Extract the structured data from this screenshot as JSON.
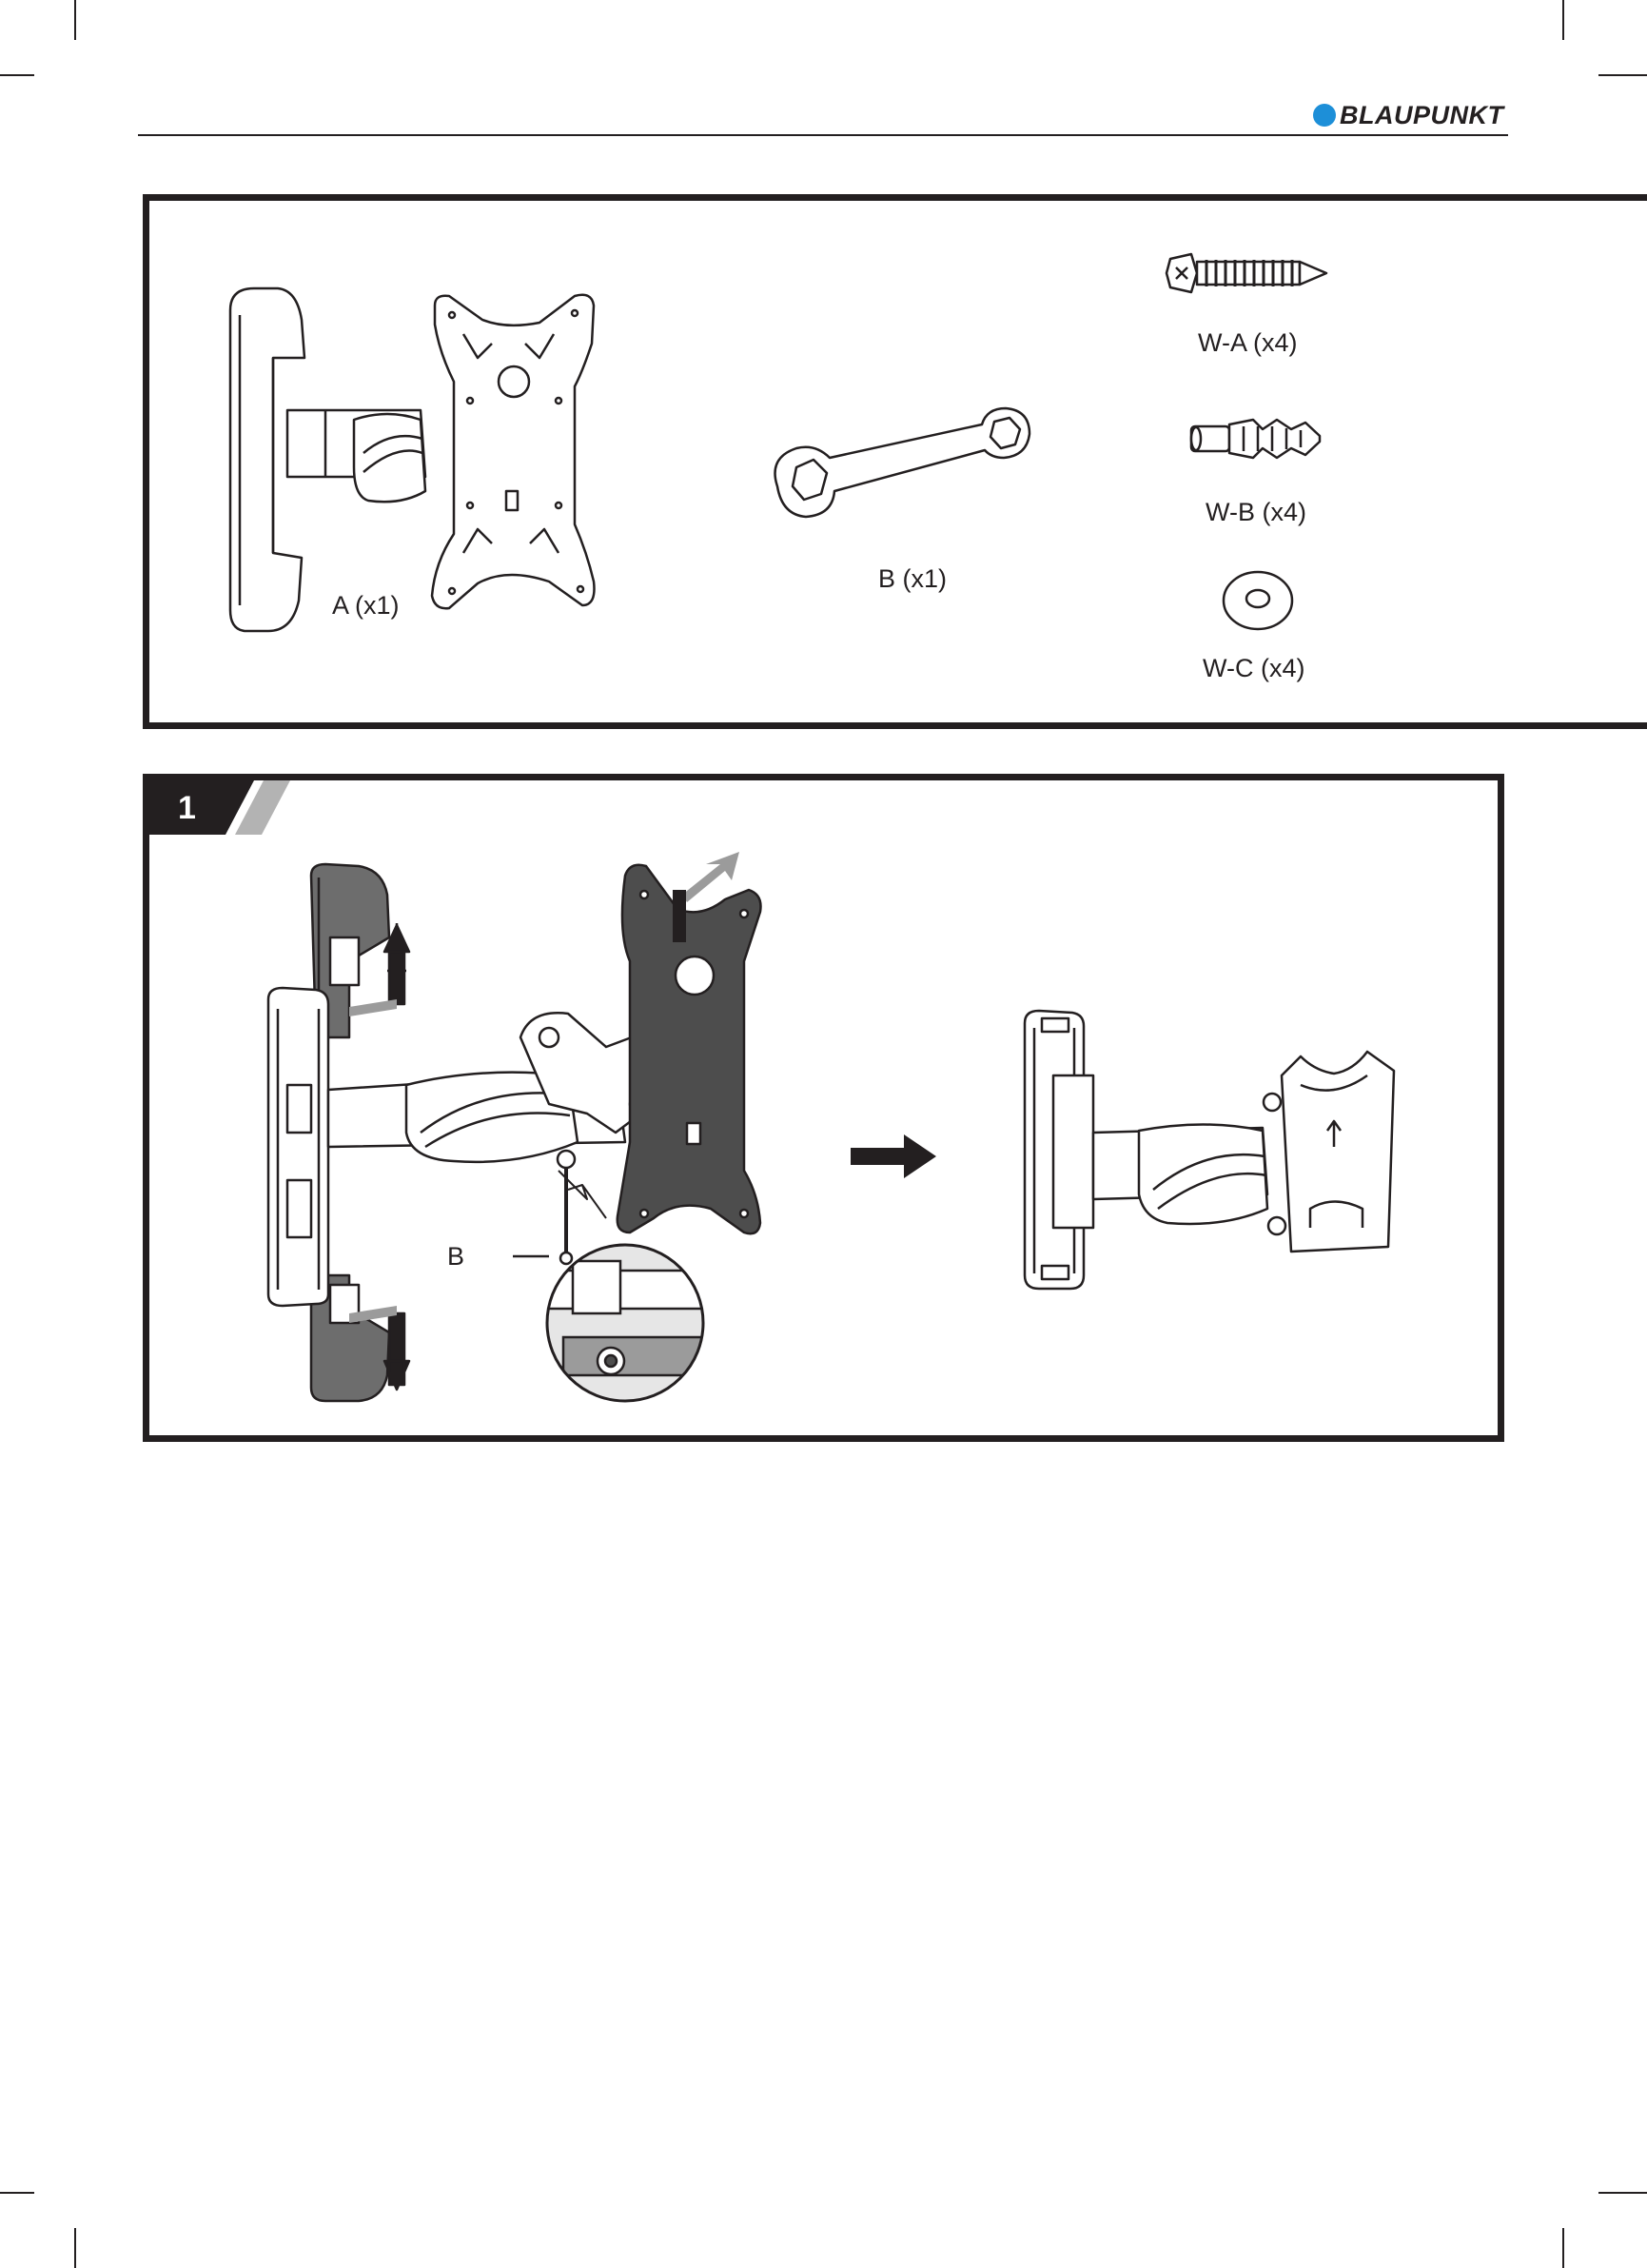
{
  "header": {
    "brand": "BLAUPUNKT",
    "brand_color": "#1d8fd8"
  },
  "parts": {
    "items": [
      {
        "id": "A",
        "label": "A (x1)",
        "icon": "wall-mount-bracket-icon"
      },
      {
        "id": "B",
        "label": "B (x1)",
        "icon": "hex-wrench-icon"
      },
      {
        "id": "W-A",
        "label": "W-A (x4)",
        "icon": "lag-screw-icon"
      },
      {
        "id": "W-B",
        "label": "W-B (x4)",
        "icon": "wall-anchor-icon"
      },
      {
        "id": "W-C",
        "label": "W-C (x4)",
        "icon": "washer-icon"
      }
    ]
  },
  "step1": {
    "number": "1",
    "callout": "B",
    "icons": [
      "disassembled-mount-icon",
      "direction-arrow-icon",
      "assembled-mount-icon",
      "detail-magnifier-icon"
    ]
  }
}
